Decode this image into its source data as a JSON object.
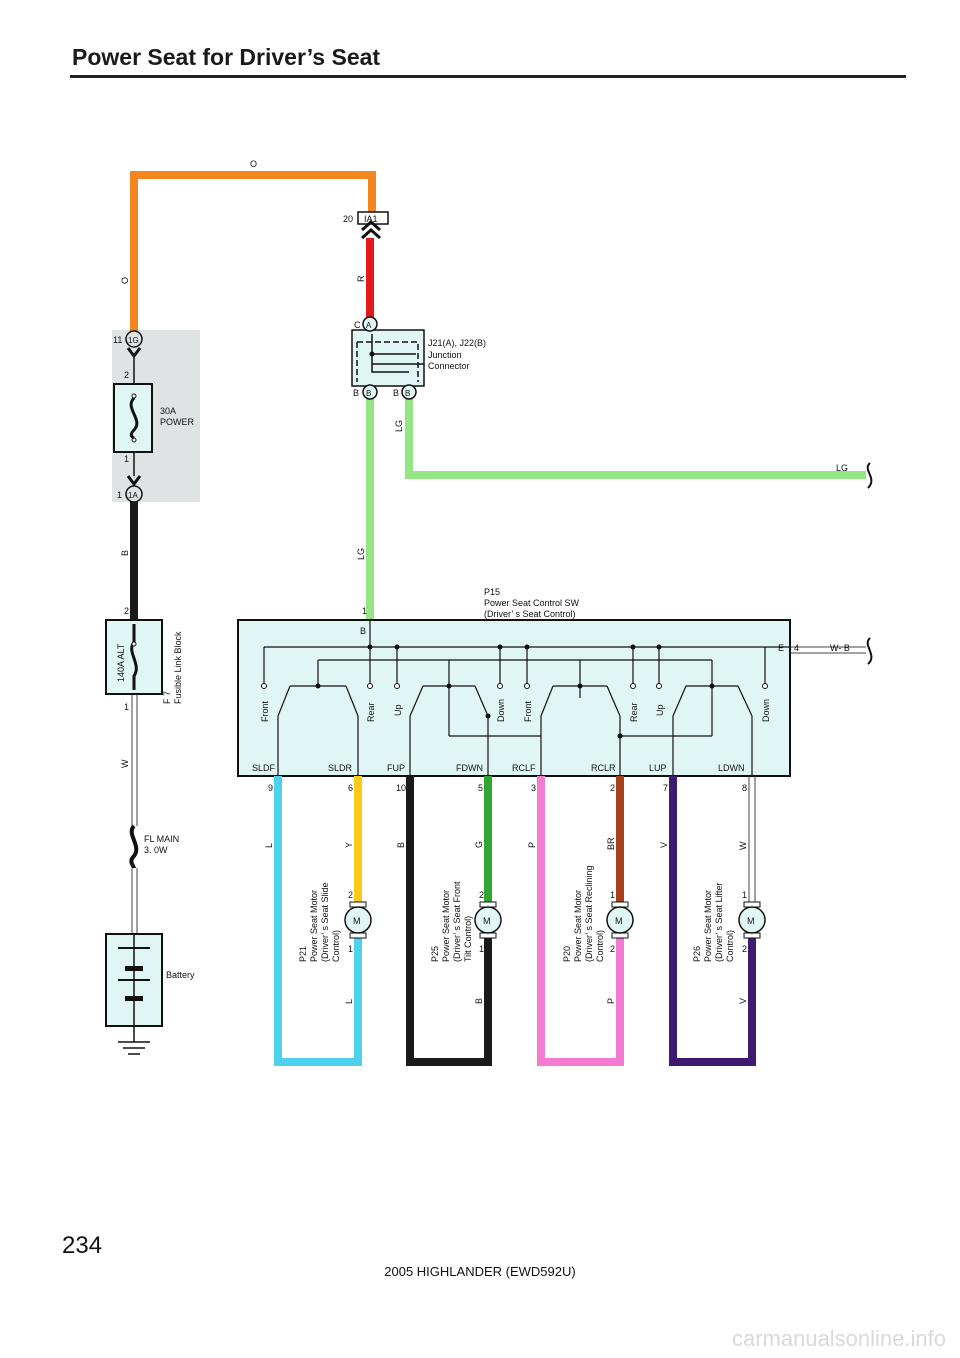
{
  "title": "Power Seat for Driver’s Seat",
  "page_number": "234",
  "footer": "2005 HIGHLANDER (EWD592U)",
  "watermark": "carmanualsonline.info",
  "wires": {
    "o_top": "O",
    "o_left": "O",
    "r": "R",
    "lg_right": "LG",
    "lg_far": "LG",
    "lg_left": "LG",
    "b_top": "B",
    "w": "W",
    "wb": "W- B",
    "l_top": "L",
    "y": "Y",
    "b_fup": "B",
    "g": "G",
    "p_top": "P",
    "br": "BR",
    "v_top": "V",
    "w_ldwn": "W",
    "l_bot": "L",
    "b_bot": "B",
    "p_bot": "P",
    "v_bot": "V"
  },
  "connectors": {
    "ia1": {
      "id": "IA1",
      "pin": "20"
    },
    "c1g": {
      "id": "1G",
      "pin": "11"
    },
    "c1a": {
      "id": "1A",
      "pin": "1"
    },
    "jA": {
      "id": "A",
      "pin": "C"
    },
    "jB1": {
      "id": "B",
      "pin": "B"
    },
    "jB2": {
      "id": "B",
      "pin": "B"
    }
  },
  "junction": {
    "line1": "J21(A), J22(B)",
    "line2": "Junction",
    "line3": "Connector"
  },
  "fuse": {
    "line1": "30A",
    "line2": "POWER",
    "pin_top": "2",
    "pin_bottom": "1"
  },
  "fusible": {
    "label": "140A ALT",
    "pin_top": "2",
    "pin_bottom": "1",
    "line1": "F 7",
    "line2": "Fusible Link Block"
  },
  "fl_main": {
    "line1": "FL MAIN",
    "line2": "3. 0W"
  },
  "battery": {
    "label": "Battery"
  },
  "switch": {
    "line1": "P15",
    "line2": "Power Seat Control SW",
    "line3": "(Driver’ s Seat Control)",
    "pin_b_num": "1",
    "pin_b": "B",
    "pin_e": "E",
    "pin_e_num": "4",
    "contacts": [
      "Front",
      "Rear",
      "Up",
      "Down",
      "Front",
      "Rear",
      "Up",
      "Down"
    ],
    "terminals": [
      "SLDF",
      "SLDR",
      "FUP",
      "FDWN",
      "RCLF",
      "RCLR",
      "LUP",
      "LDWN"
    ],
    "pins": [
      "9",
      "6",
      "10",
      "5",
      "3",
      "2",
      "7",
      "8"
    ]
  },
  "motors": [
    {
      "symbol": "M",
      "pin_top": "2",
      "pin_bottom": "1",
      "line1": "P21",
      "line2": "Power Seat Motor",
      "line3": "(Driver’ s Seat Slide",
      "line4": "Control)"
    },
    {
      "symbol": "M",
      "pin_top": "2",
      "pin_bottom": "1",
      "line1": "P25",
      "line2": "Power Seat Motor",
      "line3": "(Driver’ s Seat Front",
      "line4": "Tilt Control)"
    },
    {
      "symbol": "M",
      "pin_top": "1",
      "pin_bottom": "2",
      "line1": "P20",
      "line2": "Power Seat Motor",
      "line3": "(Driver’ s Seat Reclining",
      "line4": "Control)"
    },
    {
      "symbol": "M",
      "pin_top": "1",
      "pin_bottom": "2",
      "line1": "P26",
      "line2": "Power Seat Motor",
      "line3": "(Driver’ s Seat Lifter",
      "line4": "Control)"
    }
  ],
  "colors": {
    "orange": "#f5861f",
    "red": "#e3191b",
    "lightgreen": "#93e683",
    "black": "#1a1a1a",
    "cyan": "#4fd0ec",
    "yellow": "#fccb1a",
    "green": "#31a62e",
    "pink": "#f47ad2",
    "brown": "#a8411a",
    "purple": "#3f1a72",
    "panel": "#dfe3e3",
    "box": "#dff6f4"
  }
}
